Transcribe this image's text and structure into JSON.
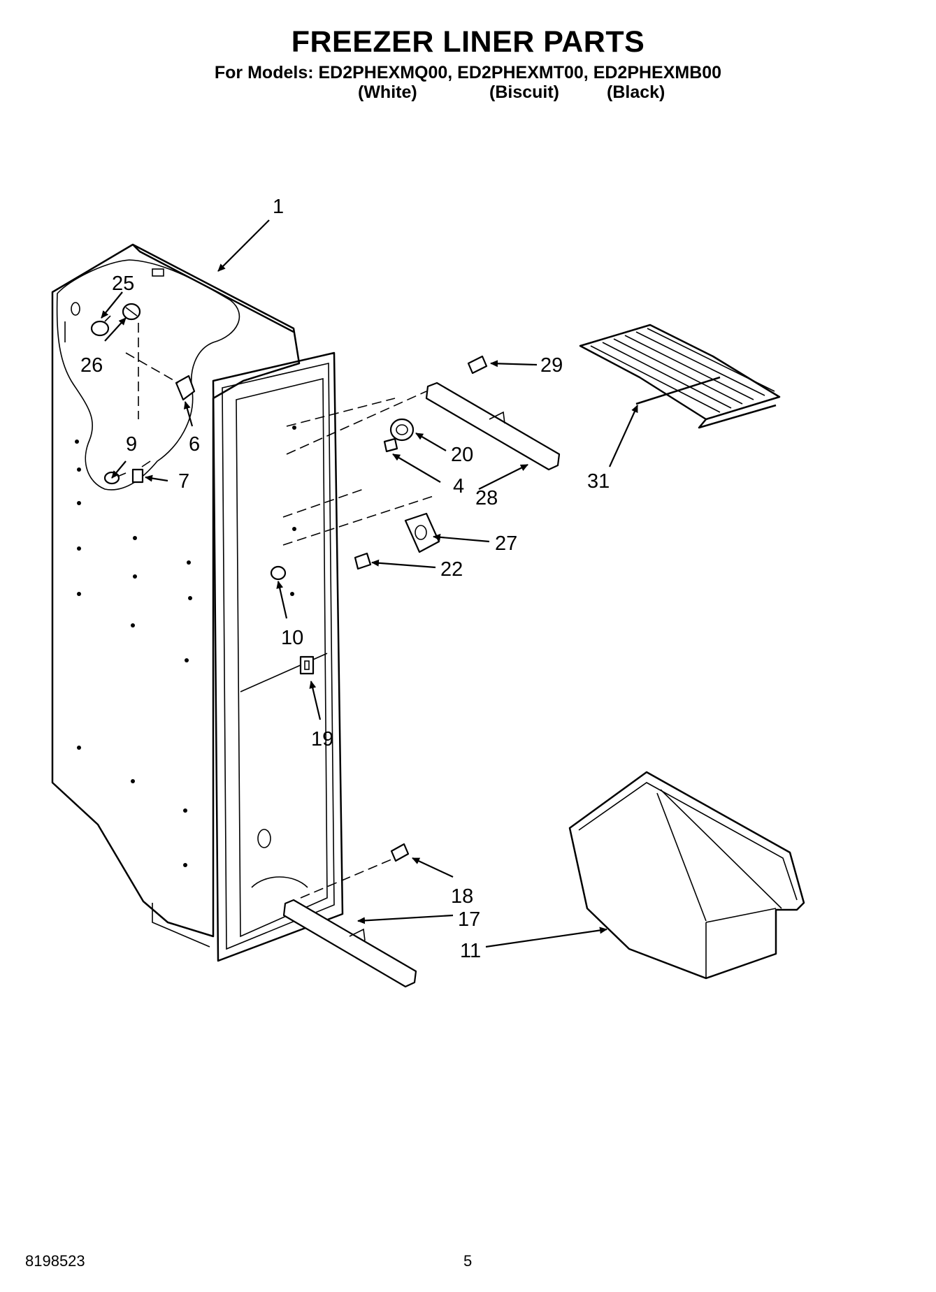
{
  "header": {
    "title": "FREEZER LINER PARTS",
    "models_line": "For Models: ED2PHEXMQ00, ED2PHEXMT00, ED2PHEXMB00",
    "colors": [
      "(White)",
      "(Biscuit)",
      "(Black)"
    ]
  },
  "callouts": [
    "1",
    "25",
    "26",
    "6",
    "9",
    "7",
    "29",
    "20",
    "4",
    "28",
    "31",
    "27",
    "22",
    "10",
    "19",
    "18",
    "17",
    "11"
  ],
  "footer": {
    "doc_number": "8198523",
    "page": "5"
  }
}
